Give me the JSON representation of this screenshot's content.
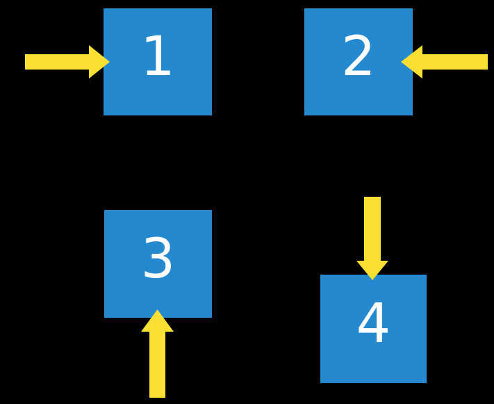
{
  "diagram": {
    "background_color": "#000000",
    "square_color": "#2589cf",
    "arrow_color": "#f9e033",
    "number_color": "#ffffff",
    "squares": [
      {
        "label": "1",
        "arrow_icon": "right-arrow-icon",
        "arrow_side": "left",
        "arrow_direction": "right"
      },
      {
        "label": "2",
        "arrow_icon": "left-arrow-icon",
        "arrow_side": "right",
        "arrow_direction": "left"
      },
      {
        "label": "3",
        "arrow_icon": "up-arrow-icon",
        "arrow_side": "bottom",
        "arrow_direction": "up"
      },
      {
        "label": "4",
        "arrow_icon": "down-arrow-icon",
        "arrow_side": "top",
        "arrow_direction": "down"
      }
    ]
  }
}
